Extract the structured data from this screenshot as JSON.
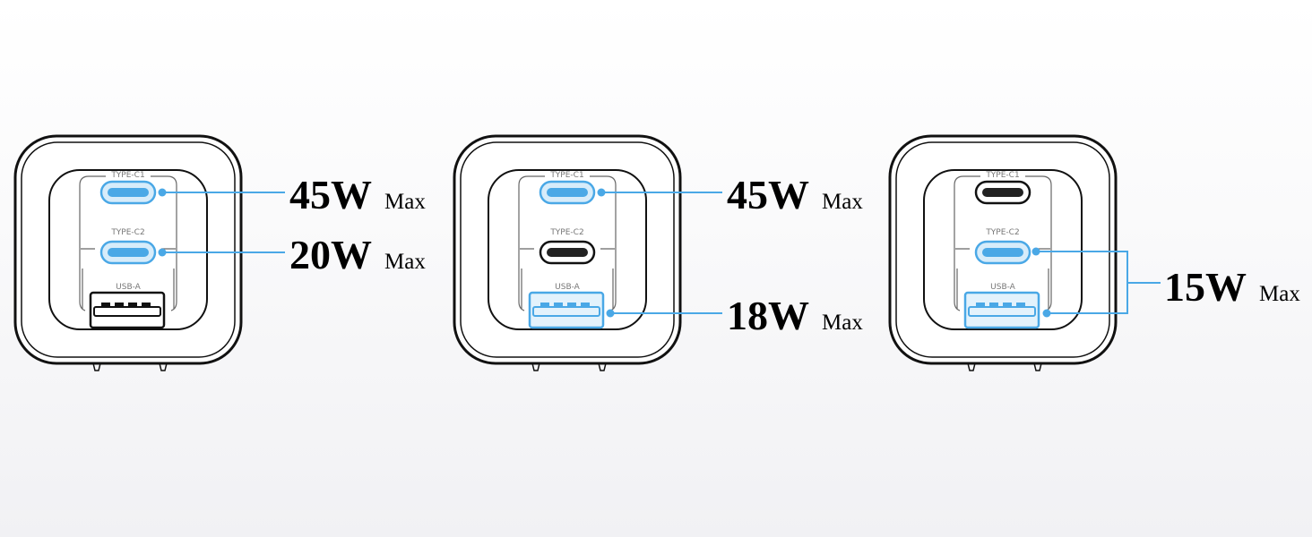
{
  "colors": {
    "accent": "#4aa8e6",
    "outline": "#111111",
    "label": "#777777"
  },
  "port_labels": {
    "c1": "TYPE-C1",
    "c2": "TYPE-C2",
    "a": "USB-A"
  },
  "chargers": [
    {
      "active": {
        "c1": true,
        "c2": true,
        "a": false
      },
      "outputs": [
        {
          "watts": "45W",
          "suffix": "Max"
        },
        {
          "watts": "20W",
          "suffix": "Max"
        }
      ]
    },
    {
      "active": {
        "c1": true,
        "c2": false,
        "a": true
      },
      "outputs": [
        {
          "watts": "45W",
          "suffix": "Max"
        },
        {
          "watts": "18W",
          "suffix": "Max"
        }
      ]
    },
    {
      "active": {
        "c1": false,
        "c2": true,
        "a": true
      },
      "outputs": [
        {
          "watts": "15W",
          "suffix": "Max"
        }
      ]
    }
  ]
}
